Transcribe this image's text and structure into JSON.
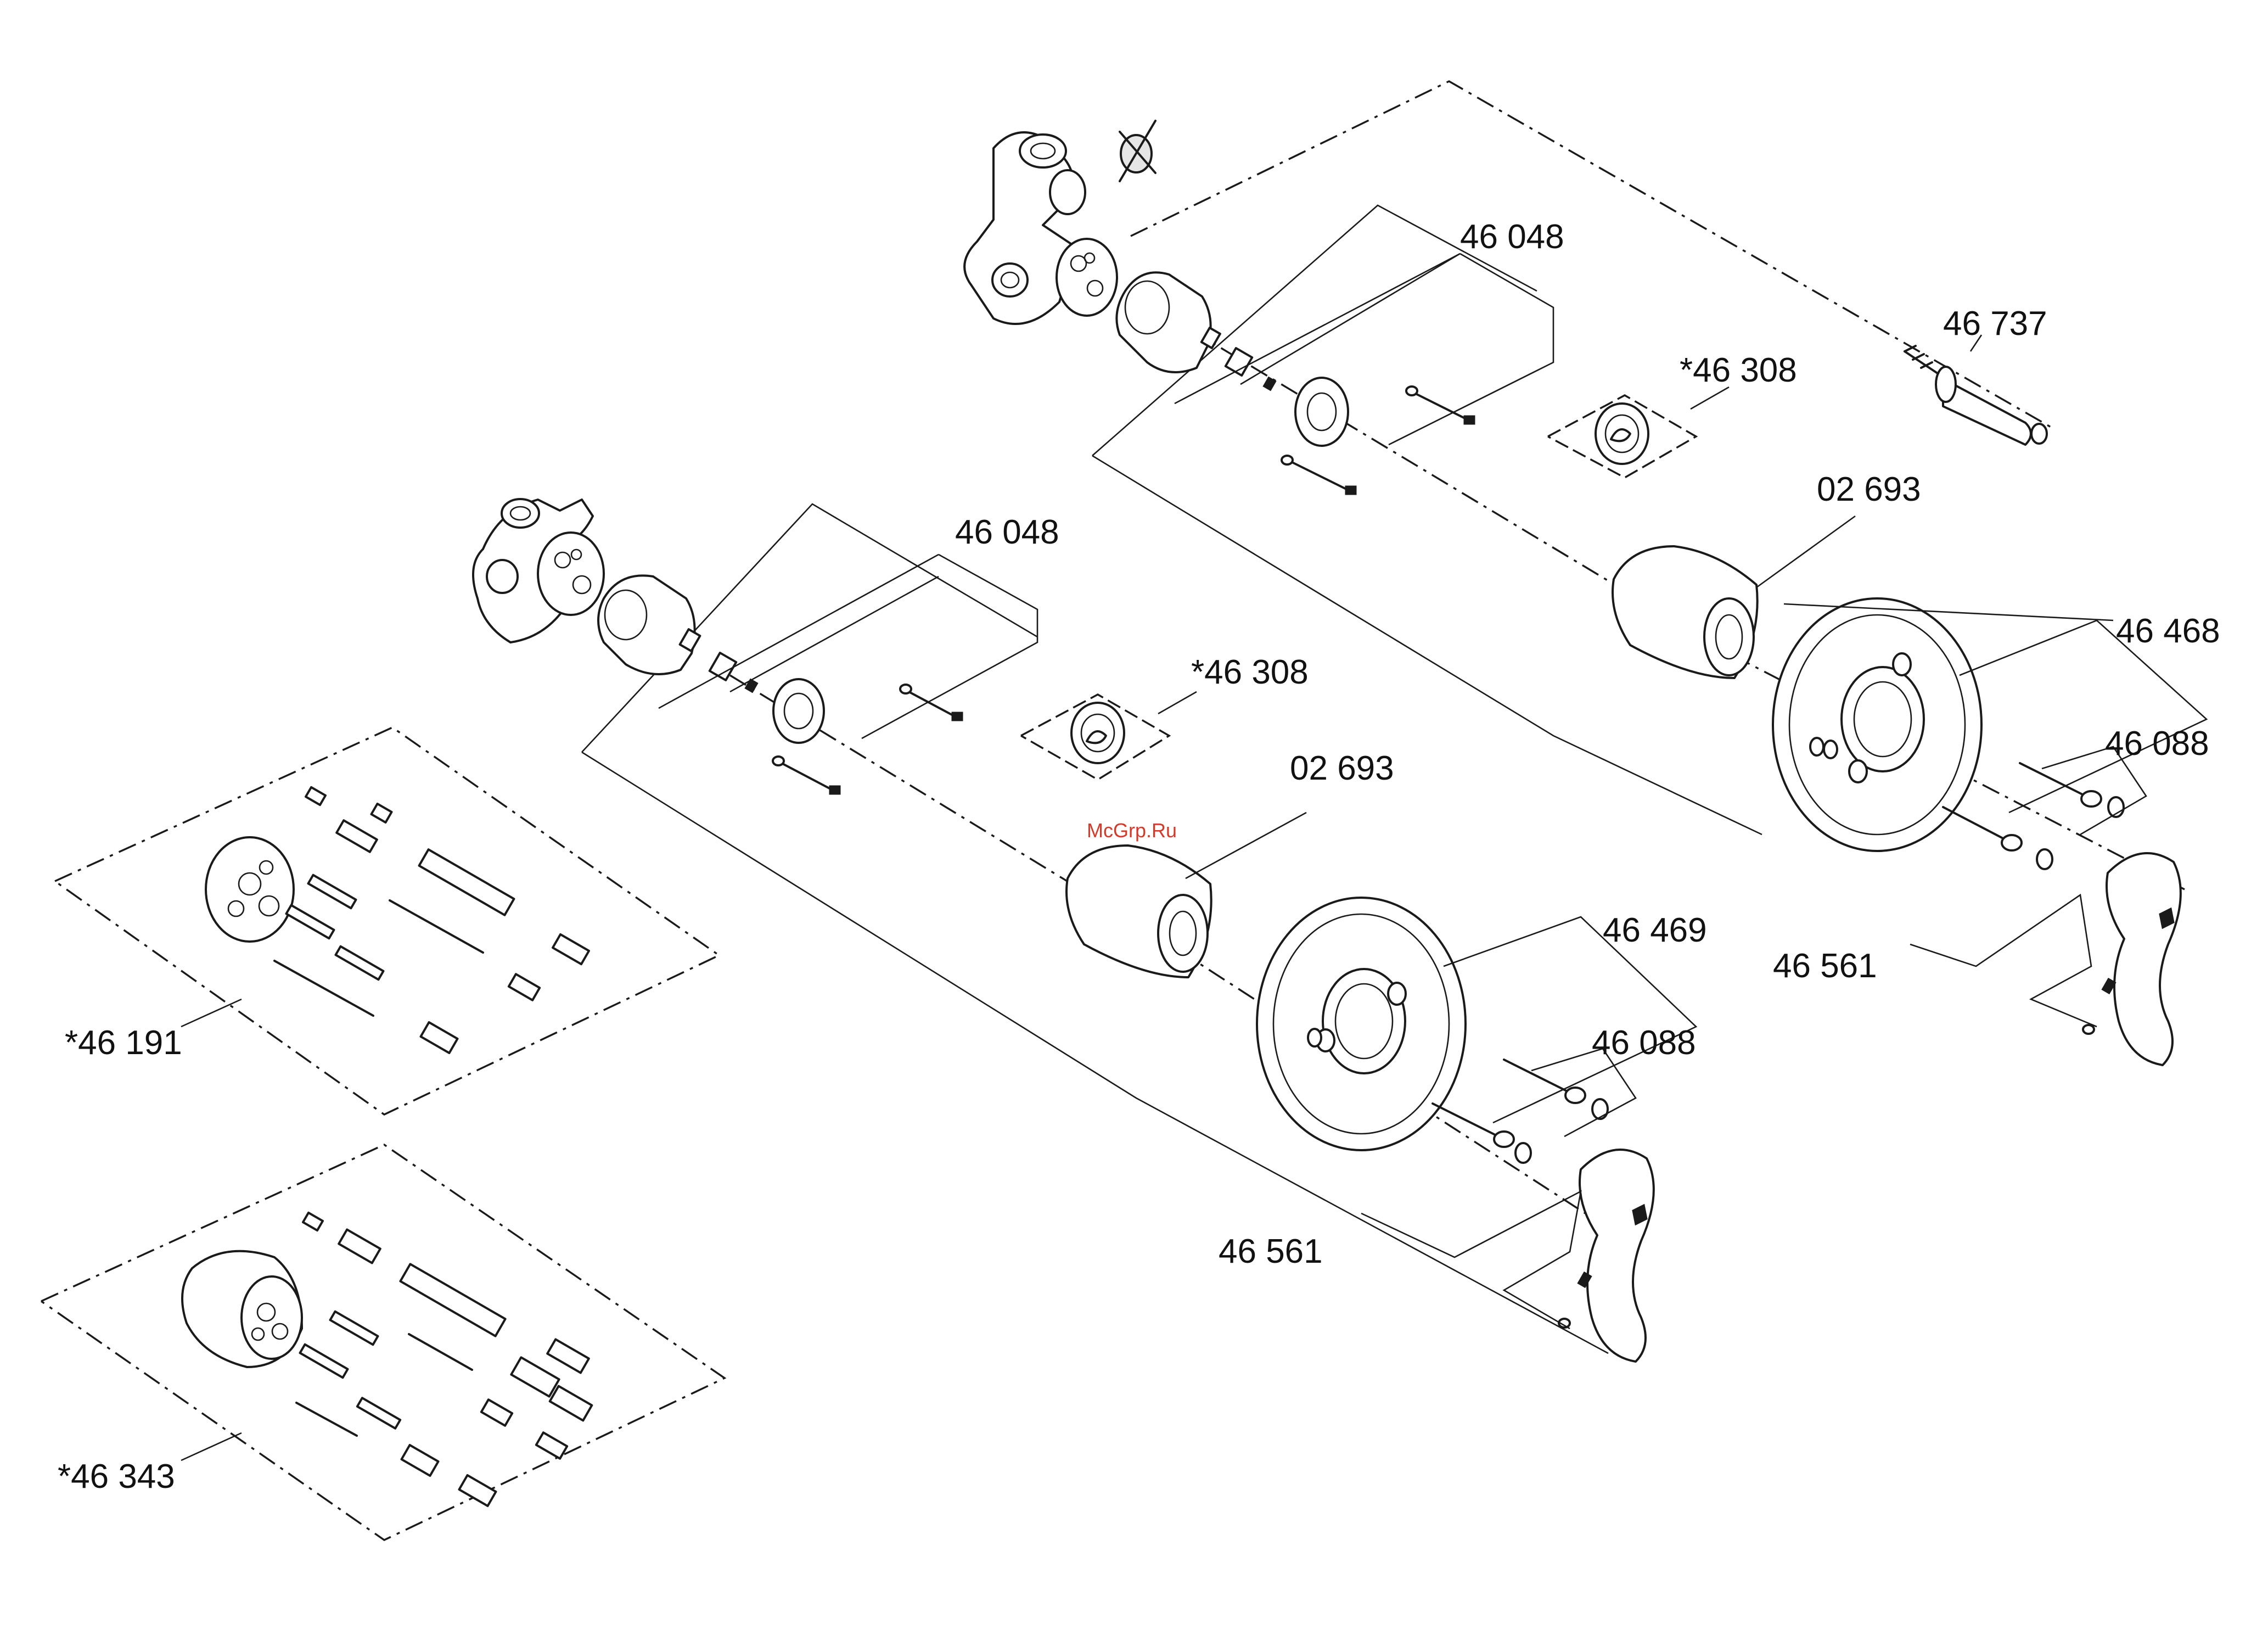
{
  "labels": {
    "cartridge_top": "46 048",
    "cartridge_mid": "46 048",
    "spindle": "46 737",
    "limiter_top": "*46 308",
    "limiter_mid": "*46 308",
    "sleeve_top": "02 693",
    "sleeve_mid": "02 693",
    "escutcheon_top": "46 468",
    "escutcheon_mid": "46 469",
    "screws_top": "46 088",
    "screws_mid": "46 088",
    "handle_top": "46 561",
    "handle_mid": "46 561",
    "kit_a": "*46 191",
    "kit_b": "*46 343"
  },
  "watermark": "McGrp.Ru"
}
